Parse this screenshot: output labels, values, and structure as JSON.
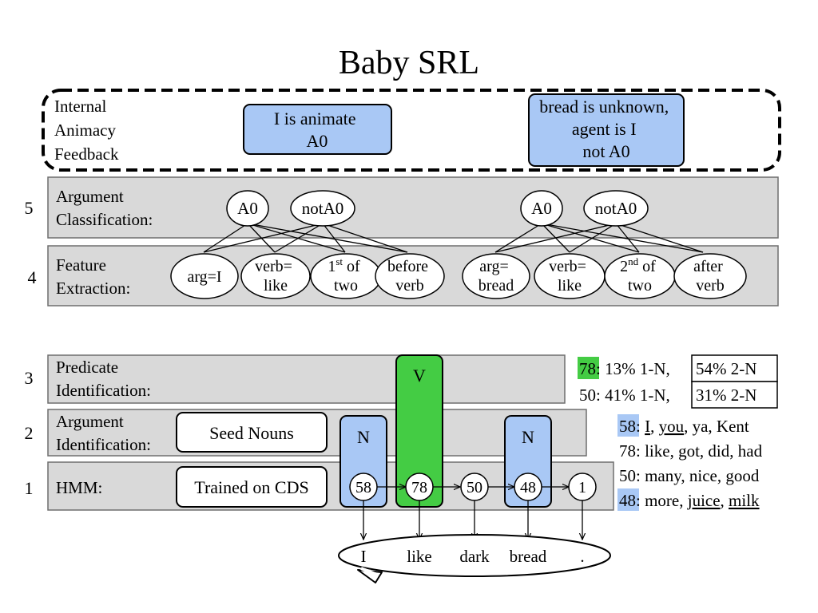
{
  "title": "Baby SRL",
  "feedback": {
    "label_lines": [
      "Internal",
      "Animacy",
      "Feedback"
    ],
    "box1_lines": [
      "I is animate",
      "A0"
    ],
    "box2_lines": [
      "bread is unknown,",
      "agent is I",
      "not A0"
    ]
  },
  "layers": {
    "l5": {
      "number": "5",
      "label_lines": [
        "Argument",
        "Classification:"
      ]
    },
    "l4": {
      "number": "4",
      "label_lines": [
        "Feature",
        "Extraction:"
      ]
    },
    "l3": {
      "number": "3",
      "label_lines": [
        "Predicate",
        "Identification:"
      ]
    },
    "l2": {
      "number": "2",
      "label_lines": [
        "Argument",
        "Identification:"
      ],
      "box": "Seed Nouns"
    },
    "l1": {
      "number": "1",
      "label": "HMM:",
      "box": "Trained on CDS"
    }
  },
  "classification": {
    "left": [
      "A0",
      "notA0"
    ],
    "right": [
      "A0",
      "notA0"
    ]
  },
  "features": {
    "left": [
      {
        "lines": [
          "arg=I"
        ]
      },
      {
        "lines": [
          "verb=",
          "like"
        ]
      },
      {
        "main": "1",
        "sup": "st",
        "rest": " of",
        "line2": "two"
      },
      {
        "lines": [
          "before",
          "verb"
        ]
      }
    ],
    "right": [
      {
        "lines": [
          "arg=",
          "bread"
        ]
      },
      {
        "lines": [
          "verb=",
          "like"
        ]
      },
      {
        "main": "2",
        "sup": "nd",
        "rest": " of",
        "line2": "two"
      },
      {
        "lines": [
          "after",
          "verb"
        ]
      }
    ]
  },
  "tags": {
    "noun": "N",
    "verb": "V"
  },
  "hmm_states": [
    "58",
    "78",
    "50",
    "48",
    "1"
  ],
  "sentence": [
    "I",
    "like",
    "dark",
    "bread",
    "."
  ],
  "stats": {
    "row1": {
      "state": "78",
      "a": ": 13% 1-N,",
      "b": "54% 2-N"
    },
    "row2": {
      "state": "50",
      "a": ": 41% 1-N,",
      "b": "31% 2-N"
    }
  },
  "clusters": {
    "c58": {
      "state": "58",
      "sep": ": ",
      "w1": "I",
      "c1": ", ",
      "w2": "you",
      "rest": ", ya, Kent"
    },
    "c78": {
      "text": "78: like, got, did, had"
    },
    "c50": {
      "text": "50: many, nice, good"
    },
    "c48": {
      "state": "48",
      "sep": ": more, ",
      "w1": "juice",
      "c1": ", ",
      "w2": "milk"
    }
  },
  "colors": {
    "noun_blue": "#a9c8f5",
    "verb_green": "#44cc44",
    "layer_gray": "#d9d9d9",
    "stroke": "#000000"
  }
}
